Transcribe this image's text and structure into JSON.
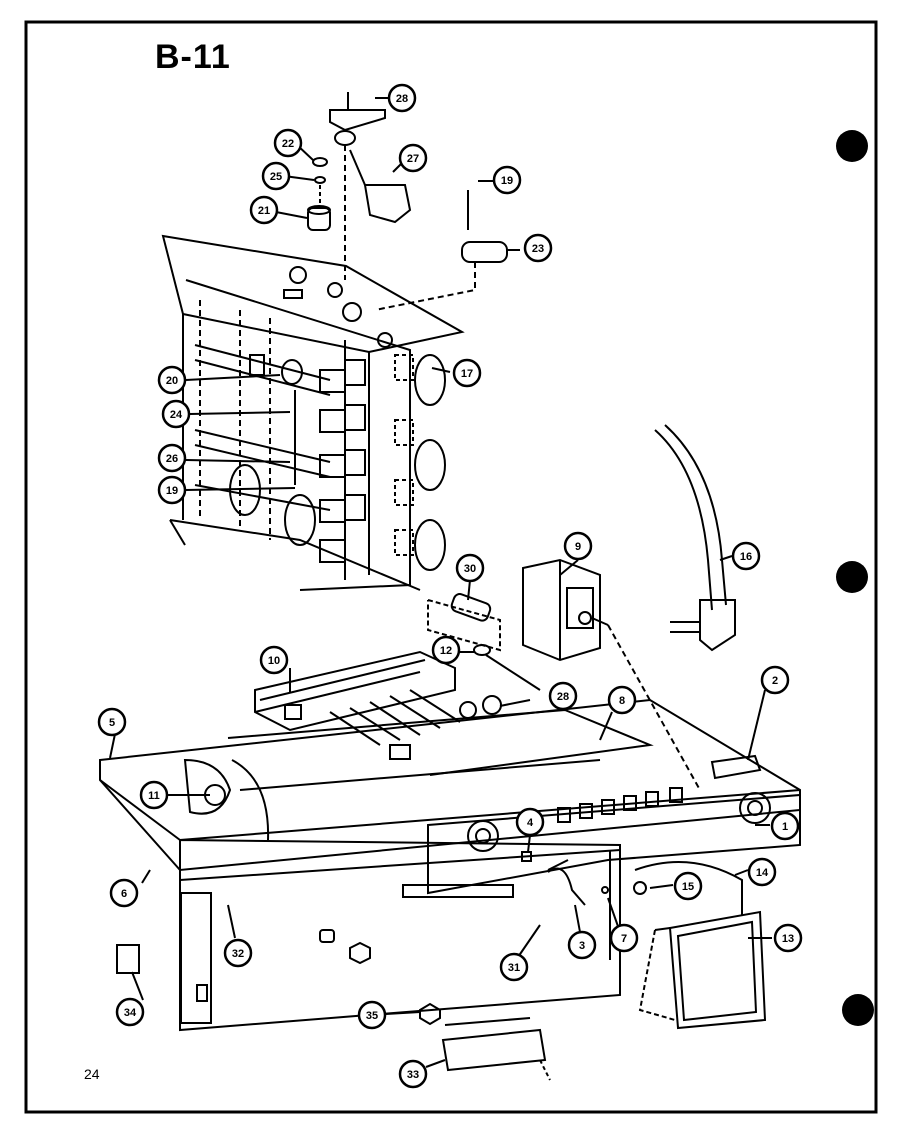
{
  "page": {
    "title": "B-11",
    "page_number": "24"
  },
  "callouts": [
    {
      "id": "c28a",
      "label": "28"
    },
    {
      "id": "c27",
      "label": "27"
    },
    {
      "id": "c22",
      "label": "22"
    },
    {
      "id": "c25",
      "label": "25"
    },
    {
      "id": "c21",
      "label": "21"
    },
    {
      "id": "c19a",
      "label": "19"
    },
    {
      "id": "c23",
      "label": "23"
    },
    {
      "id": "c17",
      "label": "17"
    },
    {
      "id": "c20",
      "label": "20"
    },
    {
      "id": "c24",
      "label": "24"
    },
    {
      "id": "c26",
      "label": "26"
    },
    {
      "id": "c19b",
      "label": "19"
    },
    {
      "id": "c9",
      "label": "9"
    },
    {
      "id": "c16",
      "label": "16"
    },
    {
      "id": "c30",
      "label": "30"
    },
    {
      "id": "c10",
      "label": "10"
    },
    {
      "id": "c12",
      "label": "12"
    },
    {
      "id": "c28b",
      "label": "28"
    },
    {
      "id": "c8",
      "label": "8"
    },
    {
      "id": "c2",
      "label": "2"
    },
    {
      "id": "c5",
      "label": "5"
    },
    {
      "id": "c11",
      "label": "11"
    },
    {
      "id": "c4",
      "label": "4"
    },
    {
      "id": "c1",
      "label": "1"
    },
    {
      "id": "c14",
      "label": "14"
    },
    {
      "id": "c15",
      "label": "15"
    },
    {
      "id": "c6",
      "label": "6"
    },
    {
      "id": "c32",
      "label": "32"
    },
    {
      "id": "c31",
      "label": "31"
    },
    {
      "id": "c3",
      "label": "3"
    },
    {
      "id": "c7",
      "label": "7"
    },
    {
      "id": "c13",
      "label": "13"
    },
    {
      "id": "c34",
      "label": "34"
    },
    {
      "id": "c35",
      "label": "35"
    },
    {
      "id": "c33",
      "label": "33"
    }
  ]
}
